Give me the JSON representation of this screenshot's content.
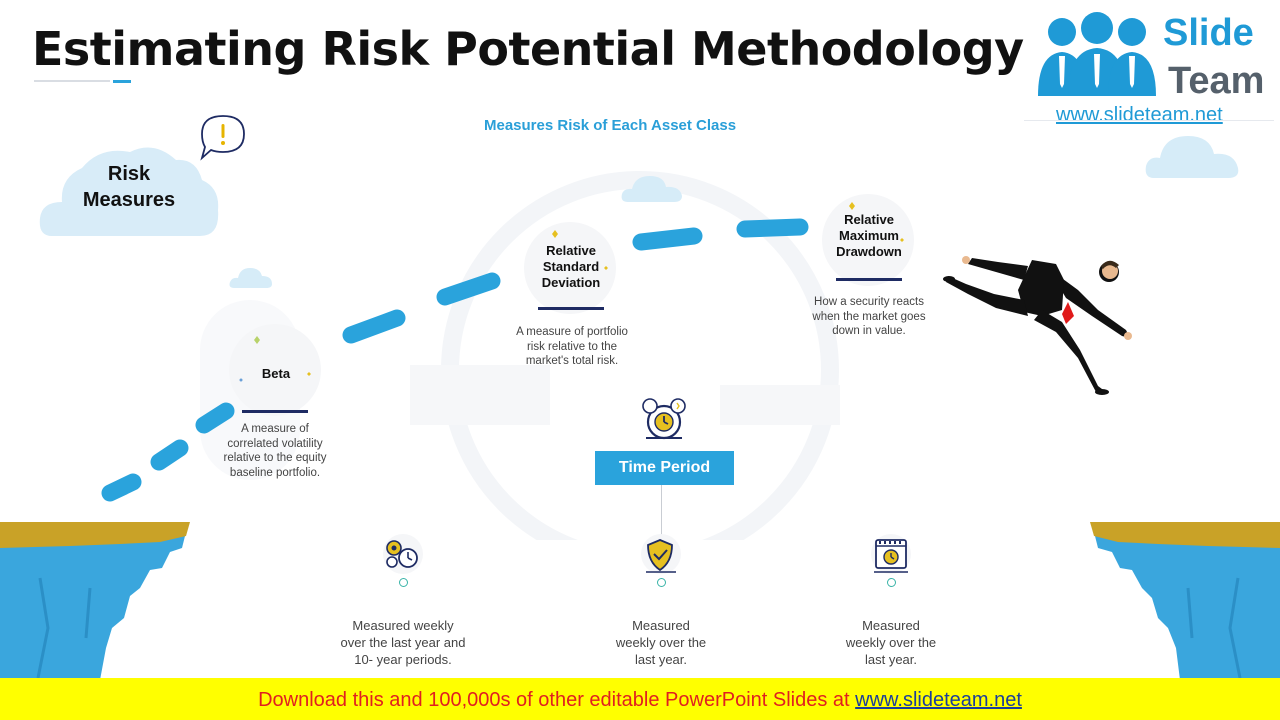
{
  "title": "Estimating Risk Potential Methodology",
  "logo": {
    "line1": "Slide",
    "line2": "Team",
    "link": "www.slideteam.net"
  },
  "subheading": "Measures Risk of Each Asset Class",
  "cloud": {
    "line1": "Risk",
    "line2": "Measures"
  },
  "nodes": [
    {
      "title": "Beta",
      "desc": [
        "A measure of",
        "correlated volatility",
        "relative to the equity",
        "baseline portfolio."
      ]
    },
    {
      "title": [
        "Relative",
        "Standard",
        "Deviation"
      ],
      "desc": [
        "A measure of portfolio",
        "risk relative to the",
        "market's total risk."
      ]
    },
    {
      "title": [
        "Relative",
        "Maximum",
        "Drawdown"
      ],
      "desc": [
        "How a security reacts",
        "when the market goes",
        "down in value."
      ]
    }
  ],
  "time_period": {
    "label": "Time Period",
    "items": [
      {
        "icon": "gears-clock-icon",
        "desc": [
          "Measured weekly",
          "over the last year and",
          "10- year periods."
        ]
      },
      {
        "icon": "shield-check-icon",
        "desc": [
          "Measured",
          "weekly over the",
          "last year."
        ]
      },
      {
        "icon": "calendar-clock-icon",
        "desc": [
          "Measured",
          "weekly over the",
          "last year."
        ]
      }
    ]
  },
  "footer": {
    "text": "Download this and 100,000s of other editable PowerPoint Slides at ",
    "link": "www.slideteam.net"
  },
  "colors": {
    "accent": "#2aa3dc",
    "navy": "#1e2b63",
    "cliff": "#3aa6dd",
    "grass": "#c9a227",
    "footer_bg": "#ffff00",
    "footer_text": "#e02020"
  }
}
